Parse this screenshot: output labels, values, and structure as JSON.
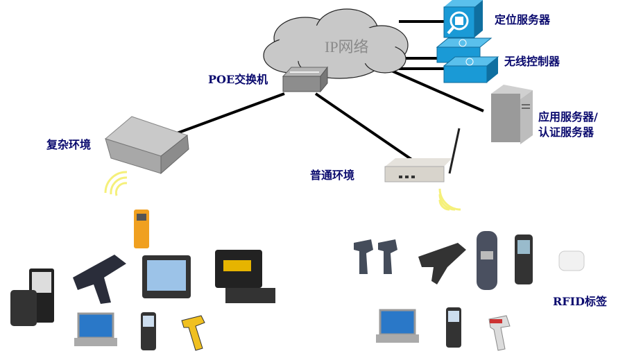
{
  "diagram": {
    "cloud": {
      "label": "IP网络"
    },
    "switch": {
      "label": "POE交换机"
    },
    "servers": {
      "location": "定位服务器",
      "controller": "无线控制器",
      "app_line1": "应用服务器/",
      "app_line2": "认证服务器"
    },
    "access_points": {
      "outdoor": "复杂环境",
      "indoor": "普通环境"
    },
    "rfid": "RFID标签",
    "colors": {
      "label": "#0a0a6e",
      "cloud": "#c8c8c8",
      "server_blue": "#1a9ad6",
      "signal": "#f5f07a",
      "link": "#000000"
    }
  }
}
